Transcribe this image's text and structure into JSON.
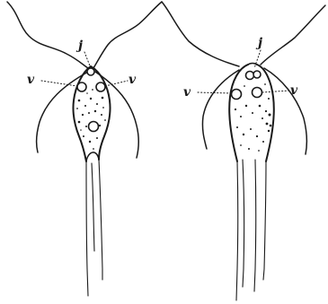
{
  "figure": {
    "left": {
      "labels": {
        "top": "j",
        "vacuole_left": "v",
        "vacuole_right": "v"
      }
    },
    "right": {
      "labels": {
        "top": "j",
        "vacuole_left": "v",
        "vacuole_right": "v"
      }
    }
  }
}
